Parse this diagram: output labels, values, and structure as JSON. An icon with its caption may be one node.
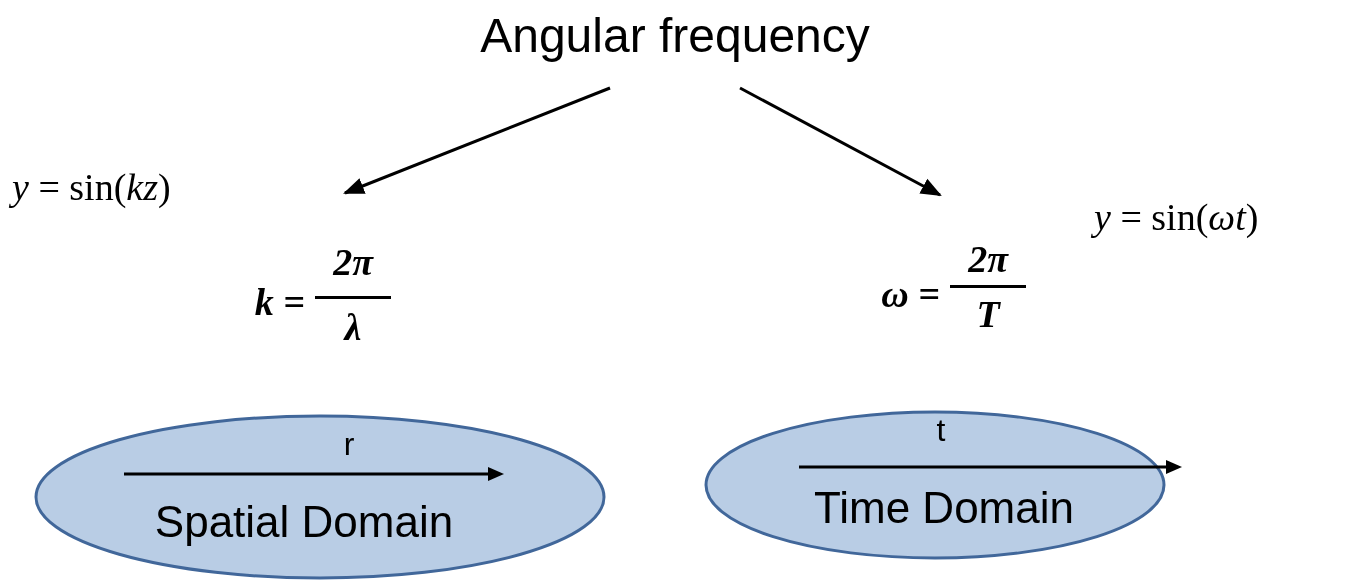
{
  "diagram": {
    "nodes": [
      {
        "text": [
          "Angular frequency"
        ]
      },
      {
        "text": [
          "k =",
          "2π",
          "λ"
        ]
      },
      {
        "text": [
          "ω =",
          "2π",
          "T"
        ]
      },
      {
        "text": [
          "r",
          "Spatial Domain"
        ]
      },
      {
        "text": [
          "t",
          "Time Domain"
        ]
      }
    ],
    "edges": [
      {
        "from": 0,
        "to": 1,
        "arrow": "to"
      },
      {
        "from": 0,
        "to": 2,
        "arrow": "to"
      }
    ],
    "labels": [
      "*y* = sin(*kz*)",
      "*y* = sin(*ωt*)"
    ]
  }
}
